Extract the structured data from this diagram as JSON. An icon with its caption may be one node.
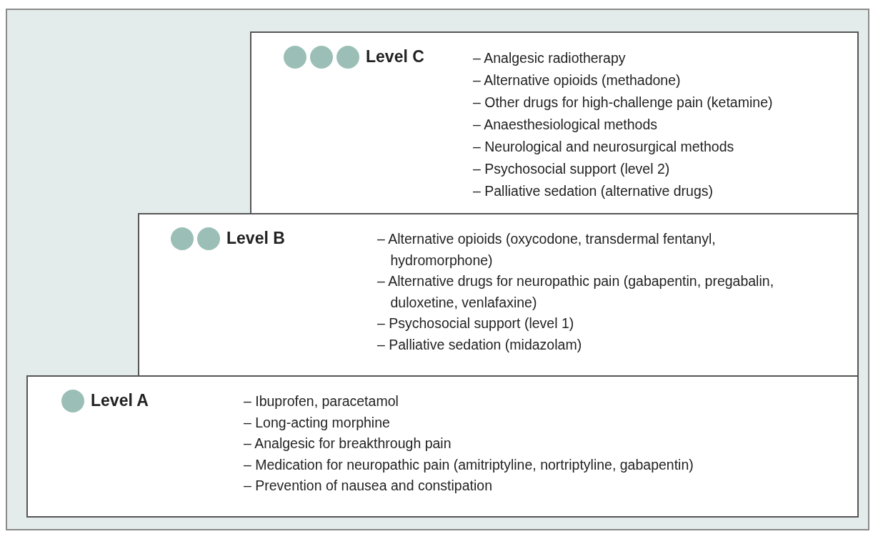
{
  "diagram": {
    "nodes": [
      {
        "text": [
          "Level C",
          "– Analgesic radiotherapy",
          "– Alternative opioids (methadone)",
          "– Other drugs for high-challenge pain (ketamine)",
          "– Anaesthesiological methods",
          "– Neurological and neurosurgical methods",
          "– Psychosocial support (level 2)",
          "– Palliative sedation (alternative drugs)"
        ]
      },
      {
        "text": [
          "Level B",
          "– Alternative opioids (oxycodone, transdermal fentanyl, hydromorphone)",
          "– Alternative drugs for neuropathic pain (gabapentin, pregabalin, duloxetine, venlafaxine)",
          "– Psychosocial support (level 1)",
          "– Palliative sedation (midazolam)"
        ]
      },
      {
        "text": [
          "Level A",
          "– Ibuprofen, paracetamol",
          "– Long-acting morphine",
          "– Analgesic for breakthrough pain",
          "– Medication for neuropathic pain (amitriptyline, nortriptyline, gabapentin)",
          "– Prevention of nausea and constipation"
        ]
      }
    ]
  }
}
